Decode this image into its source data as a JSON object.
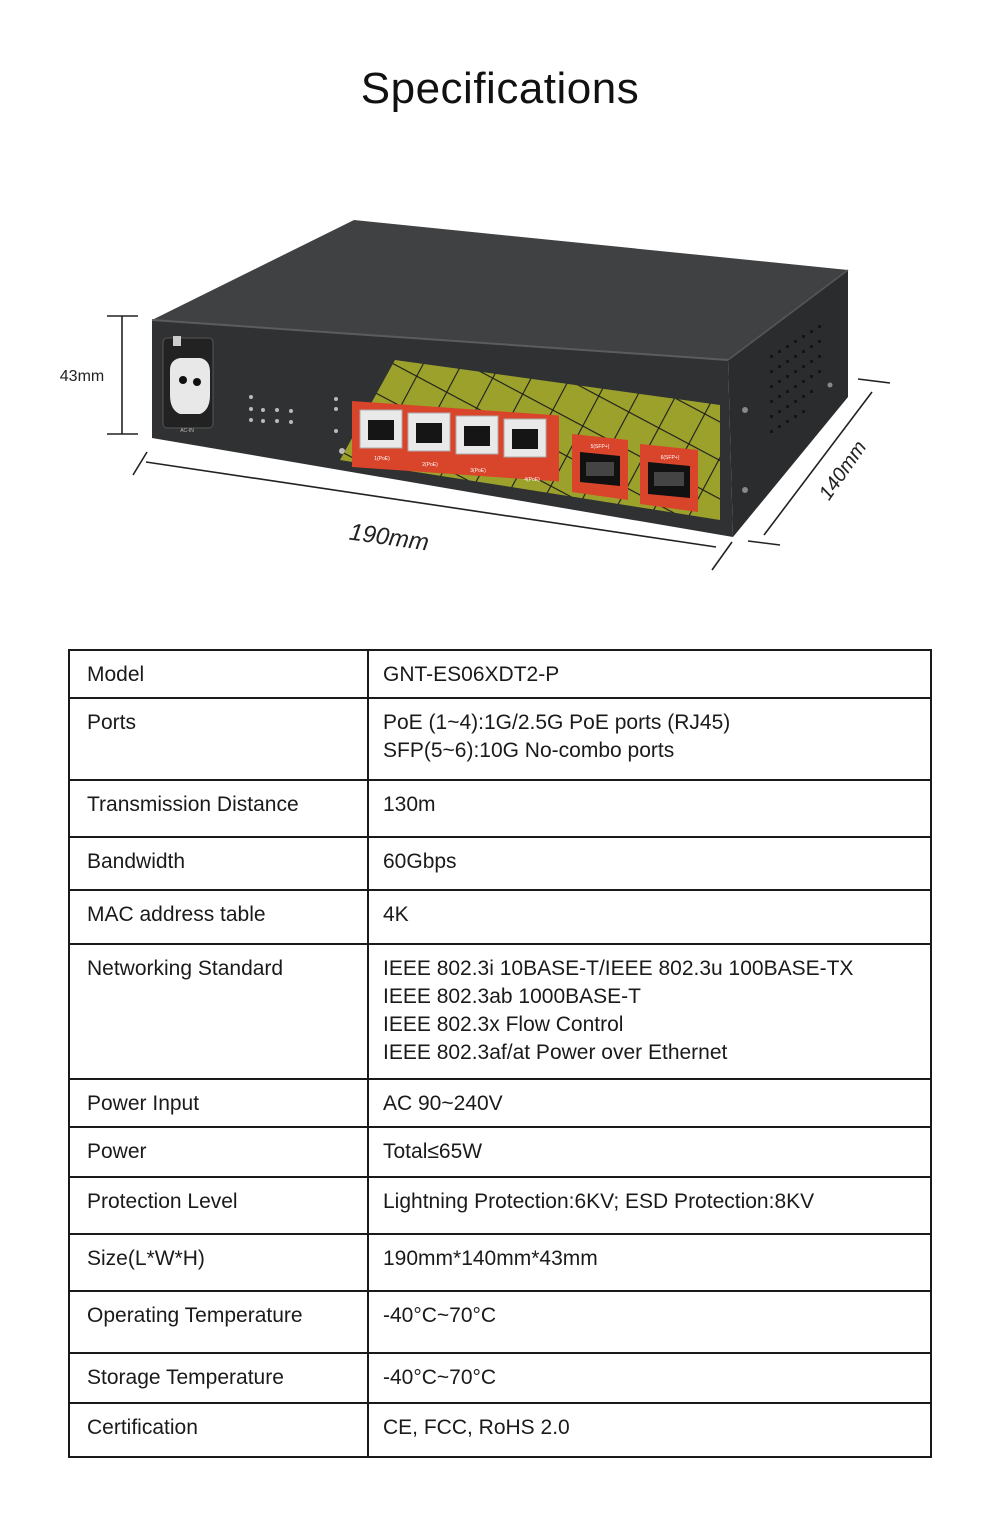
{
  "page": {
    "title": "Specifications"
  },
  "dimensions": {
    "height": "43mm",
    "length": "190mm",
    "width": "140mm"
  },
  "device": {
    "ports": [
      "1(PoE)",
      "2(PoE)",
      "3(PoE)",
      "4(PoE)"
    ],
    "sfp_ports": [
      "5(SFP+)",
      "6(SFP+)"
    ],
    "colors": {
      "body": "#3a3c3e",
      "accent_panel": "#9aa12a",
      "port_frame": "#d9452b"
    }
  },
  "specs": {
    "rows": [
      {
        "label": "Model",
        "values": [
          "GNT-ES06XDT2-P"
        ]
      },
      {
        "label": "Ports",
        "values": [
          "PoE (1~4):1G/2.5G PoE ports (RJ45)",
          "SFP(5~6):10G No-combo ports"
        ]
      },
      {
        "label": "Transmission Distance",
        "values": [
          "130m"
        ]
      },
      {
        "label": "Bandwidth",
        "values": [
          "60Gbps"
        ]
      },
      {
        "label": "MAC address table",
        "values": [
          "4K"
        ]
      },
      {
        "label": "Networking Standard",
        "values": [
          "IEEE 802.3i 10BASE-T/IEEE 802.3u 100BASE-TX",
          "IEEE 802.3ab 1000BASE-T",
          "IEEE 802.3x Flow Control",
          "IEEE 802.3af/at Power over Ethernet"
        ]
      },
      {
        "label": "Power Input",
        "values": [
          "AC 90~240V"
        ]
      },
      {
        "label": "Power",
        "values": [
          "Total≤65W"
        ]
      },
      {
        "label": "Protection Level",
        "values": [
          "Lightning Protection:6KV; ESD Protection:8KV"
        ]
      },
      {
        "label": "Size(L*W*H)",
        "values": [
          "190mm*140mm*43mm"
        ]
      },
      {
        "label": "Operating Temperature",
        "values": [
          "-40°C~70°C"
        ]
      },
      {
        "label": "Storage Temperature",
        "values": [
          "-40°C~70°C"
        ]
      },
      {
        "label": "Certification",
        "values": [
          "CE, FCC, RoHS 2.0"
        ]
      }
    ]
  }
}
